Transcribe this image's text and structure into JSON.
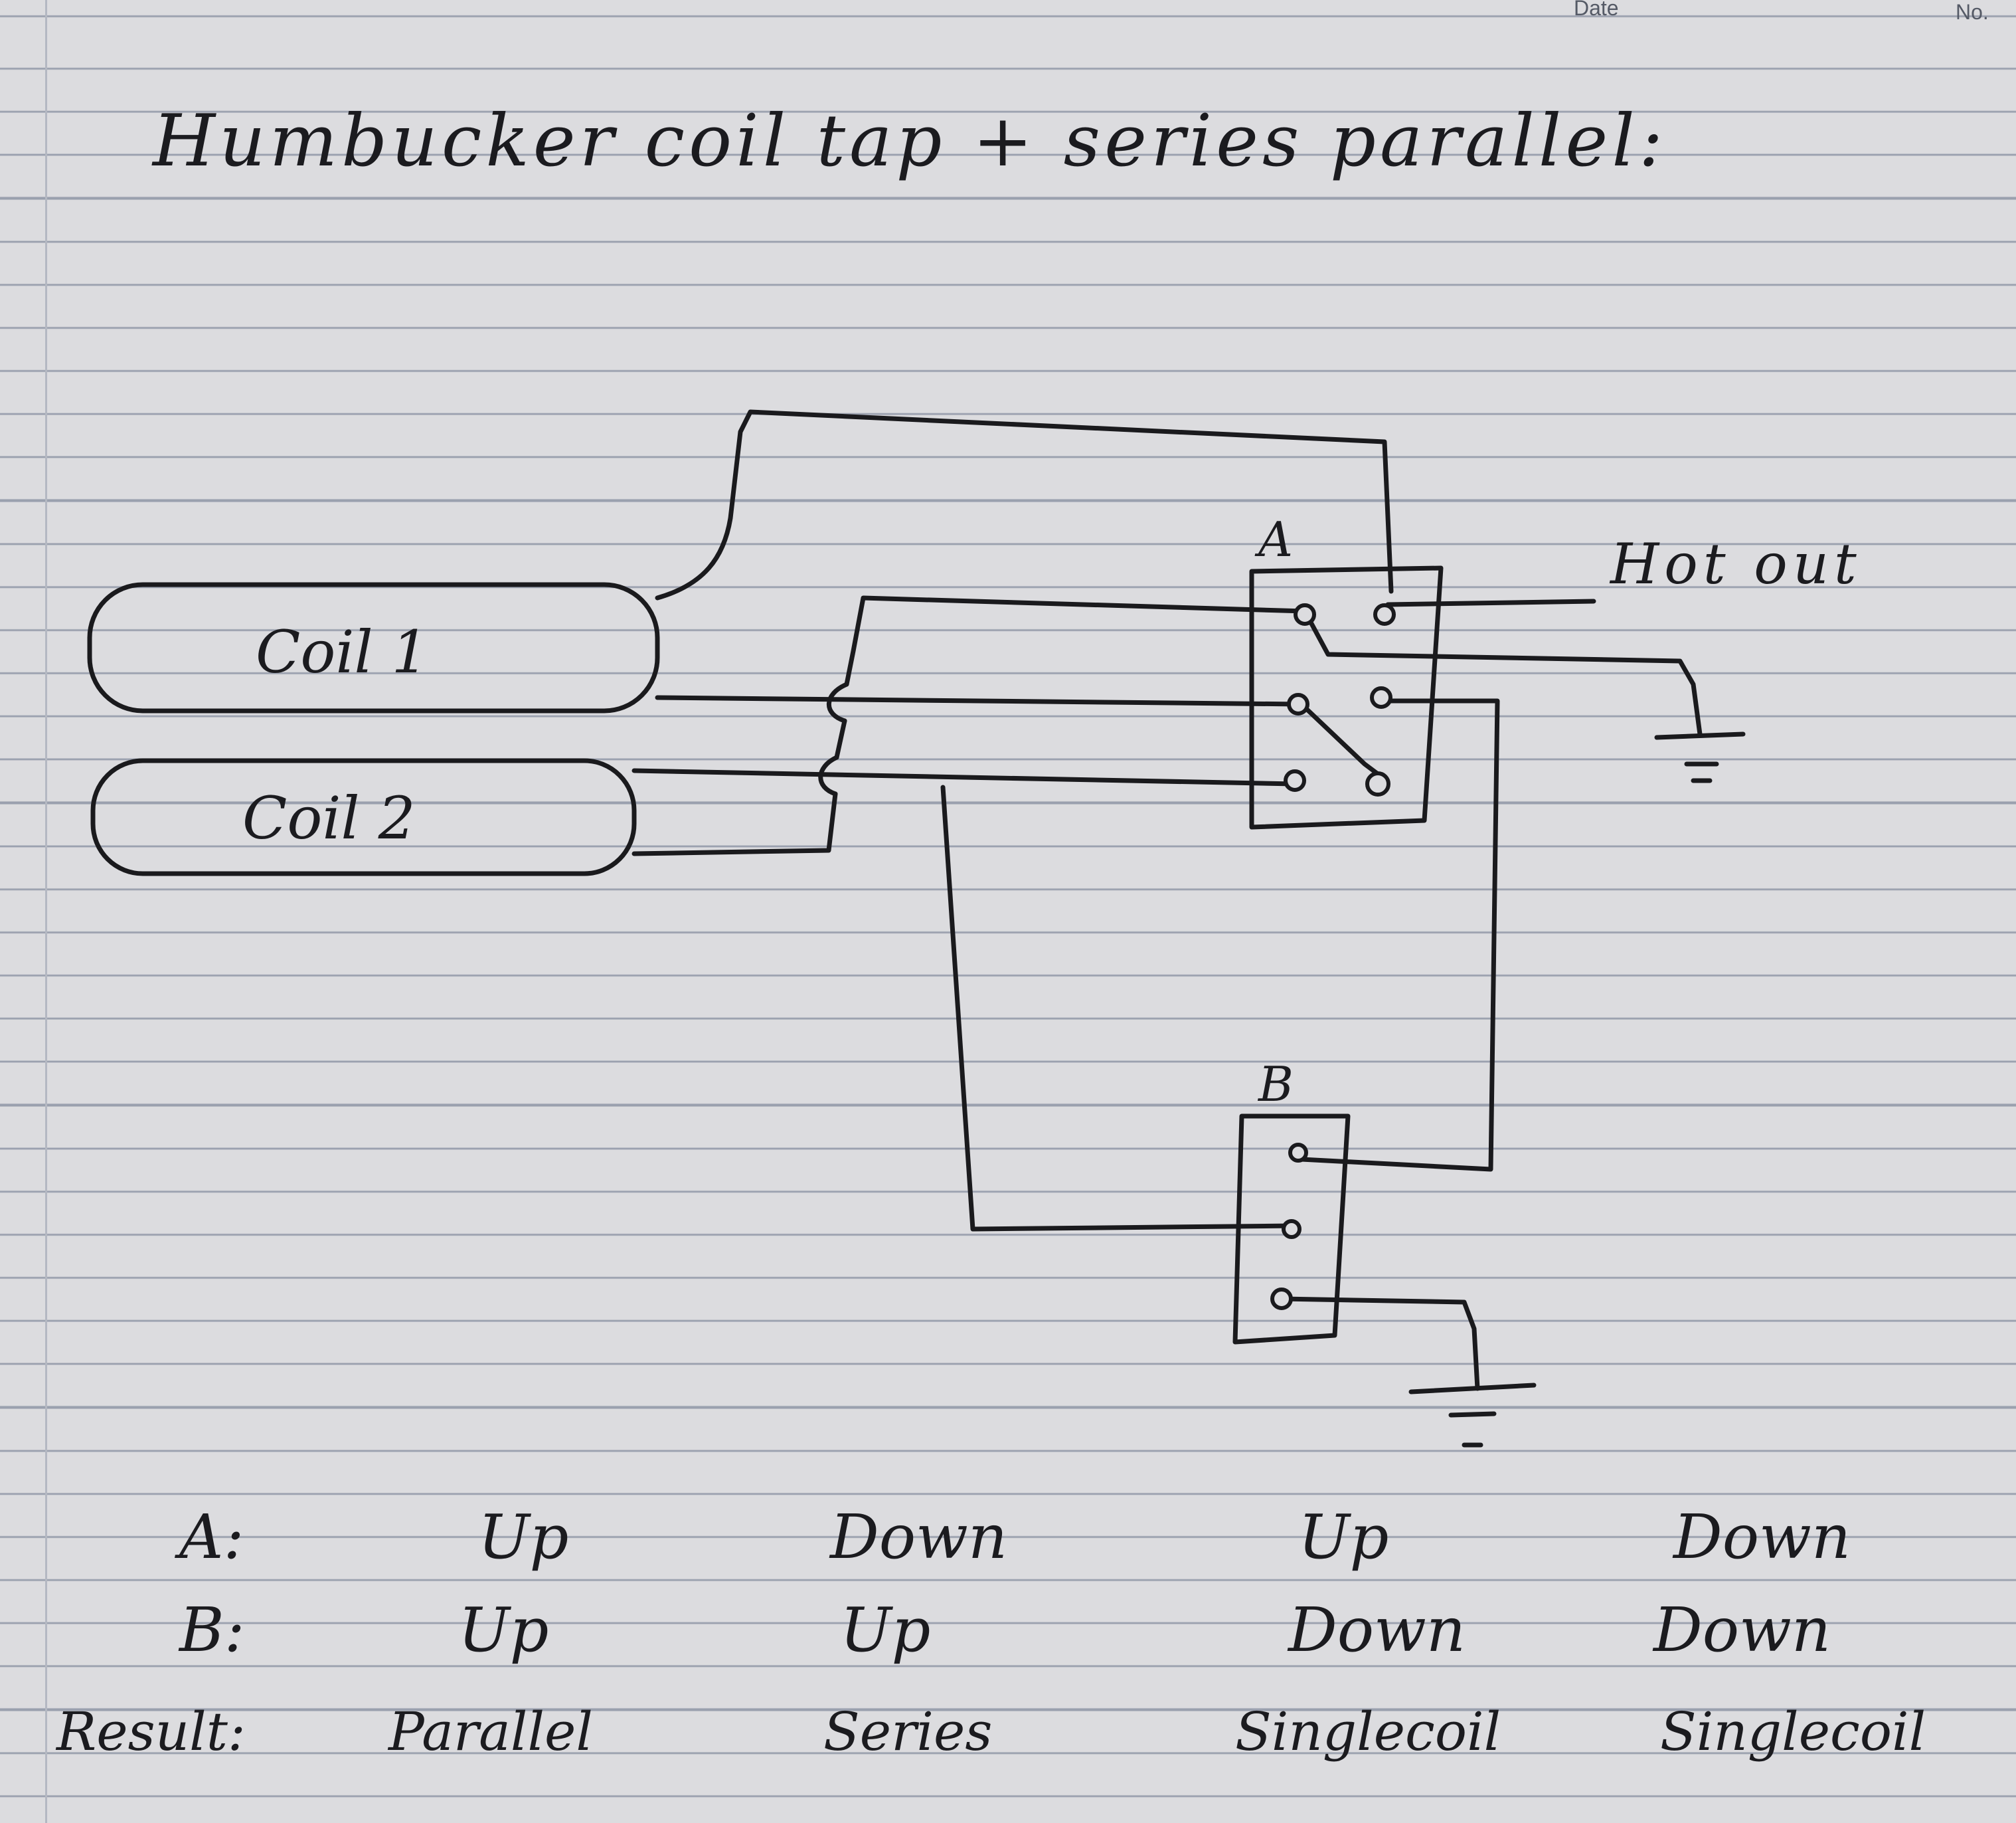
{
  "header": {
    "date_label": "Date",
    "no_label": "No."
  },
  "title": "Humbucker coil tap + series parallel:",
  "pickups": [
    {
      "label": "Coil 1"
    },
    {
      "label": "Coil 2"
    }
  ],
  "switches": {
    "a_label": "A",
    "b_label": "B"
  },
  "output_label": "Hot out",
  "table": {
    "row_labels": {
      "a": "A:",
      "b": "B:",
      "result": "Result:"
    },
    "columns": [
      {
        "a": "Up",
        "b": "Up",
        "result": "Parallel"
      },
      {
        "a": "Down",
        "b": "Up",
        "result": "Series"
      },
      {
        "a": "Up",
        "b": "Down",
        "result": "Singlecoil"
      },
      {
        "a": "Down",
        "b": "Down",
        "result": "Singlecoil"
      }
    ]
  },
  "colors": {
    "paper": "#dcdcdf",
    "rule_lines": "#9aa0ae",
    "ink": "#1a1a1d"
  }
}
